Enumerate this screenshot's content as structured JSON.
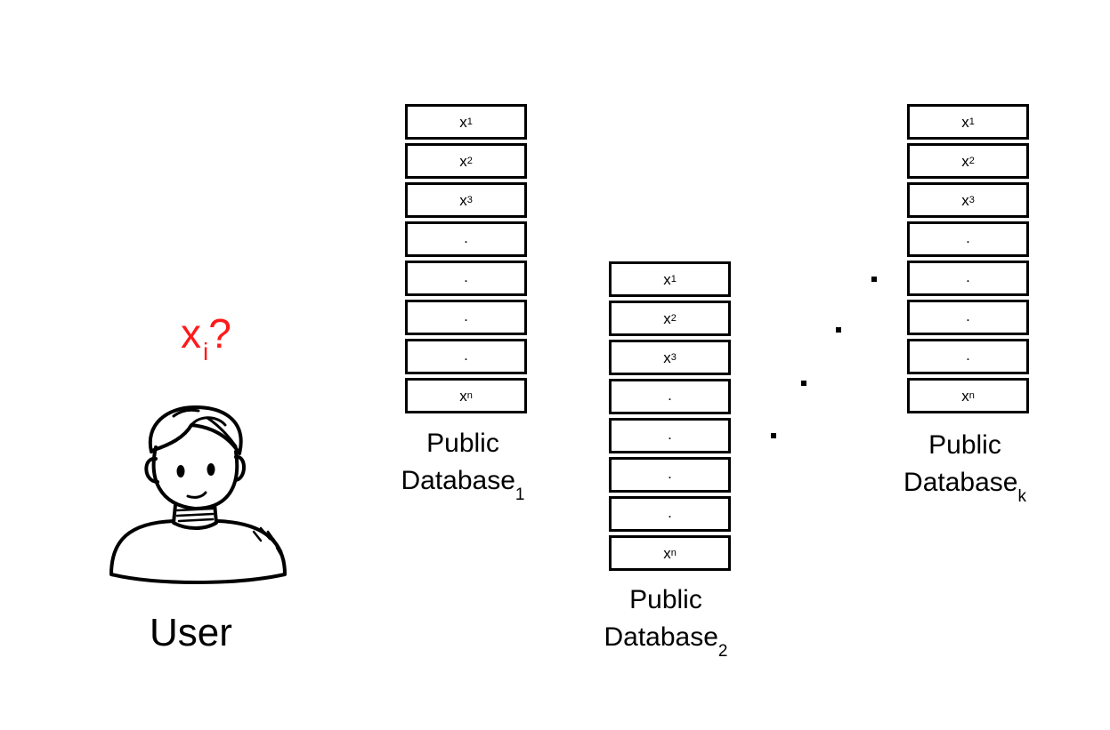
{
  "user": {
    "question_var": "x",
    "question_sub": "i",
    "question_mark": "?",
    "label": "User"
  },
  "databases": [
    {
      "caption_line1": "Public",
      "caption_base": "Database",
      "caption_sub": "1",
      "cells": [
        {
          "text": "x",
          "sub": "1"
        },
        {
          "text": "x",
          "sub": "2"
        },
        {
          "text": "x",
          "sub": "3"
        },
        {
          "text": ".",
          "sub": ""
        },
        {
          "text": ".",
          "sub": ""
        },
        {
          "text": ".",
          "sub": ""
        },
        {
          "text": ".",
          "sub": ""
        },
        {
          "text": "x",
          "sub": "n"
        }
      ]
    },
    {
      "caption_line1": "Public",
      "caption_base": "Database",
      "caption_sub": "2",
      "cells": [
        {
          "text": "x",
          "sub": "1"
        },
        {
          "text": "x",
          "sub": "2"
        },
        {
          "text": "x",
          "sub": "3"
        },
        {
          "text": ".",
          "sub": ""
        },
        {
          "text": ".",
          "sub": ""
        },
        {
          "text": ".",
          "sub": ""
        },
        {
          "text": ".",
          "sub": ""
        },
        {
          "text": "x",
          "sub": "n"
        }
      ]
    },
    {
      "caption_line1": "Public",
      "caption_base": "Database",
      "caption_sub": "k",
      "cells": [
        {
          "text": "x",
          "sub": "1"
        },
        {
          "text": "x",
          "sub": "2"
        },
        {
          "text": "x",
          "sub": "3"
        },
        {
          "text": ".",
          "sub": ""
        },
        {
          "text": ".",
          "sub": ""
        },
        {
          "text": ".",
          "sub": ""
        },
        {
          "text": ".",
          "sub": ""
        },
        {
          "text": "x",
          "sub": "n"
        }
      ]
    }
  ]
}
